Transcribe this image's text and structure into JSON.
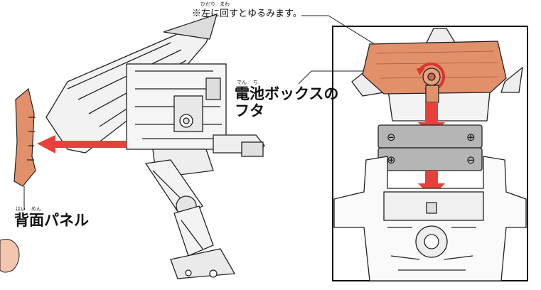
{
  "note": {
    "text": "※左に回すとゆるみます。",
    "ruby_hidari": "ひだり",
    "ruby_mawa": "まわ"
  },
  "labels": {
    "battery_cover_line1": "電池ボックスの",
    "battery_cover_line2": "フタ",
    "battery_cover_ruby_den": "でん",
    "battery_cover_ruby_chi": "ち",
    "back_panel": "背面パネル",
    "back_panel_ruby_hai": "はい",
    "back_panel_ruby_men": "めん"
  },
  "colors": {
    "part_orange": "#e2906a",
    "arrow_red": "#e8403a",
    "battery_gray": "#b5b5b5",
    "line_dark": "#222222"
  },
  "battery": {
    "terminal_minus": "⊖",
    "terminal_plus": "⊕"
  }
}
